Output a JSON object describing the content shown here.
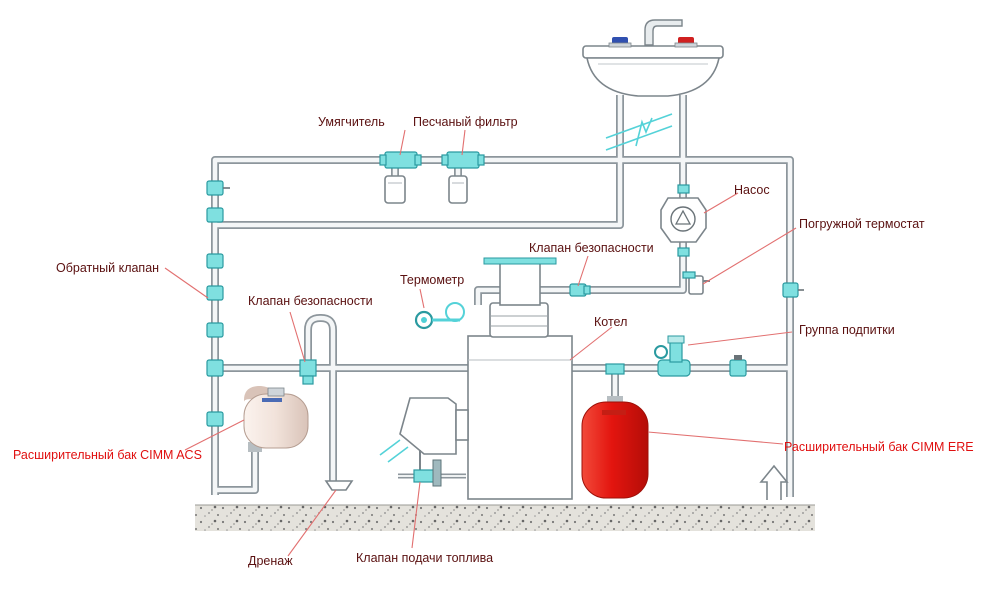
{
  "labels": {
    "softener": "Умягчитель",
    "sand_filter": "Песчаный фильтр",
    "pump": "Насос",
    "immersion_thermostat": "Погружной термостат",
    "check_valve": "Обратный клапан",
    "safety_valve_top": "Клапан безопасности",
    "thermometer": "Термометр",
    "safety_valve_left": "Клапан безопасности",
    "boiler": "Котел",
    "makeup_group": "Группа подпитки",
    "expansion_tank_acs": "Расширительный бак CIMM ACS",
    "expansion_tank_ere": "Расширительный бак CIMM ERE",
    "drain": "Дренаж",
    "fuel_valve": "Клапан подачи топлива"
  },
  "colors": {
    "label_dark": "#5a1010",
    "label_red": "#e01010",
    "pipe_outline": "#8d969c",
    "fitting": "#7fe0e0",
    "tank_acs": "#f3e6df",
    "tank_ere": "#e3150f",
    "leader": "#e27070"
  }
}
